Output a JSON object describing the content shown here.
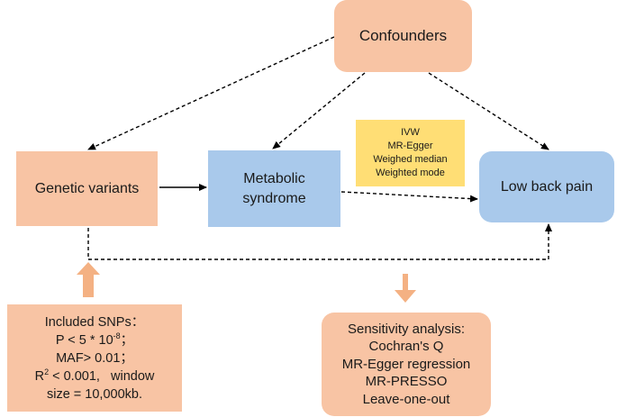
{
  "nodes": {
    "confounders": "Confounders",
    "genetic_variants": "Genetic variants",
    "metabolic_syndrome": [
      "Metabolic",
      "syndrome"
    ],
    "low_back_pain": "Low back pain"
  },
  "methods": [
    "IVW",
    "MR-Egger",
    "Weighed median",
    "Weighted mode"
  ],
  "included_snps": {
    "title": "Included SNPs：",
    "p_prefix": "P < 5 * 10",
    "p_exponent": "-8",
    "p_suffix": "；",
    "maf": "MAF> 0.01；",
    "r_base": "R",
    "r_exponent": "2",
    "r_rest": " < 0.001,   window",
    "window_size": "size = 10,000kb."
  },
  "sensitivity_analysis": {
    "title": "Sensitivity analysis:",
    "items": [
      "Cochran's Q",
      "MR-Egger regression",
      "MR-PRESSO",
      "Leave-one-out"
    ]
  },
  "colors": {
    "peach": "#f8c4a4",
    "blue": "#a9c9eb",
    "yellow": "#ffde75",
    "orange_arrow": "#f4b183"
  }
}
